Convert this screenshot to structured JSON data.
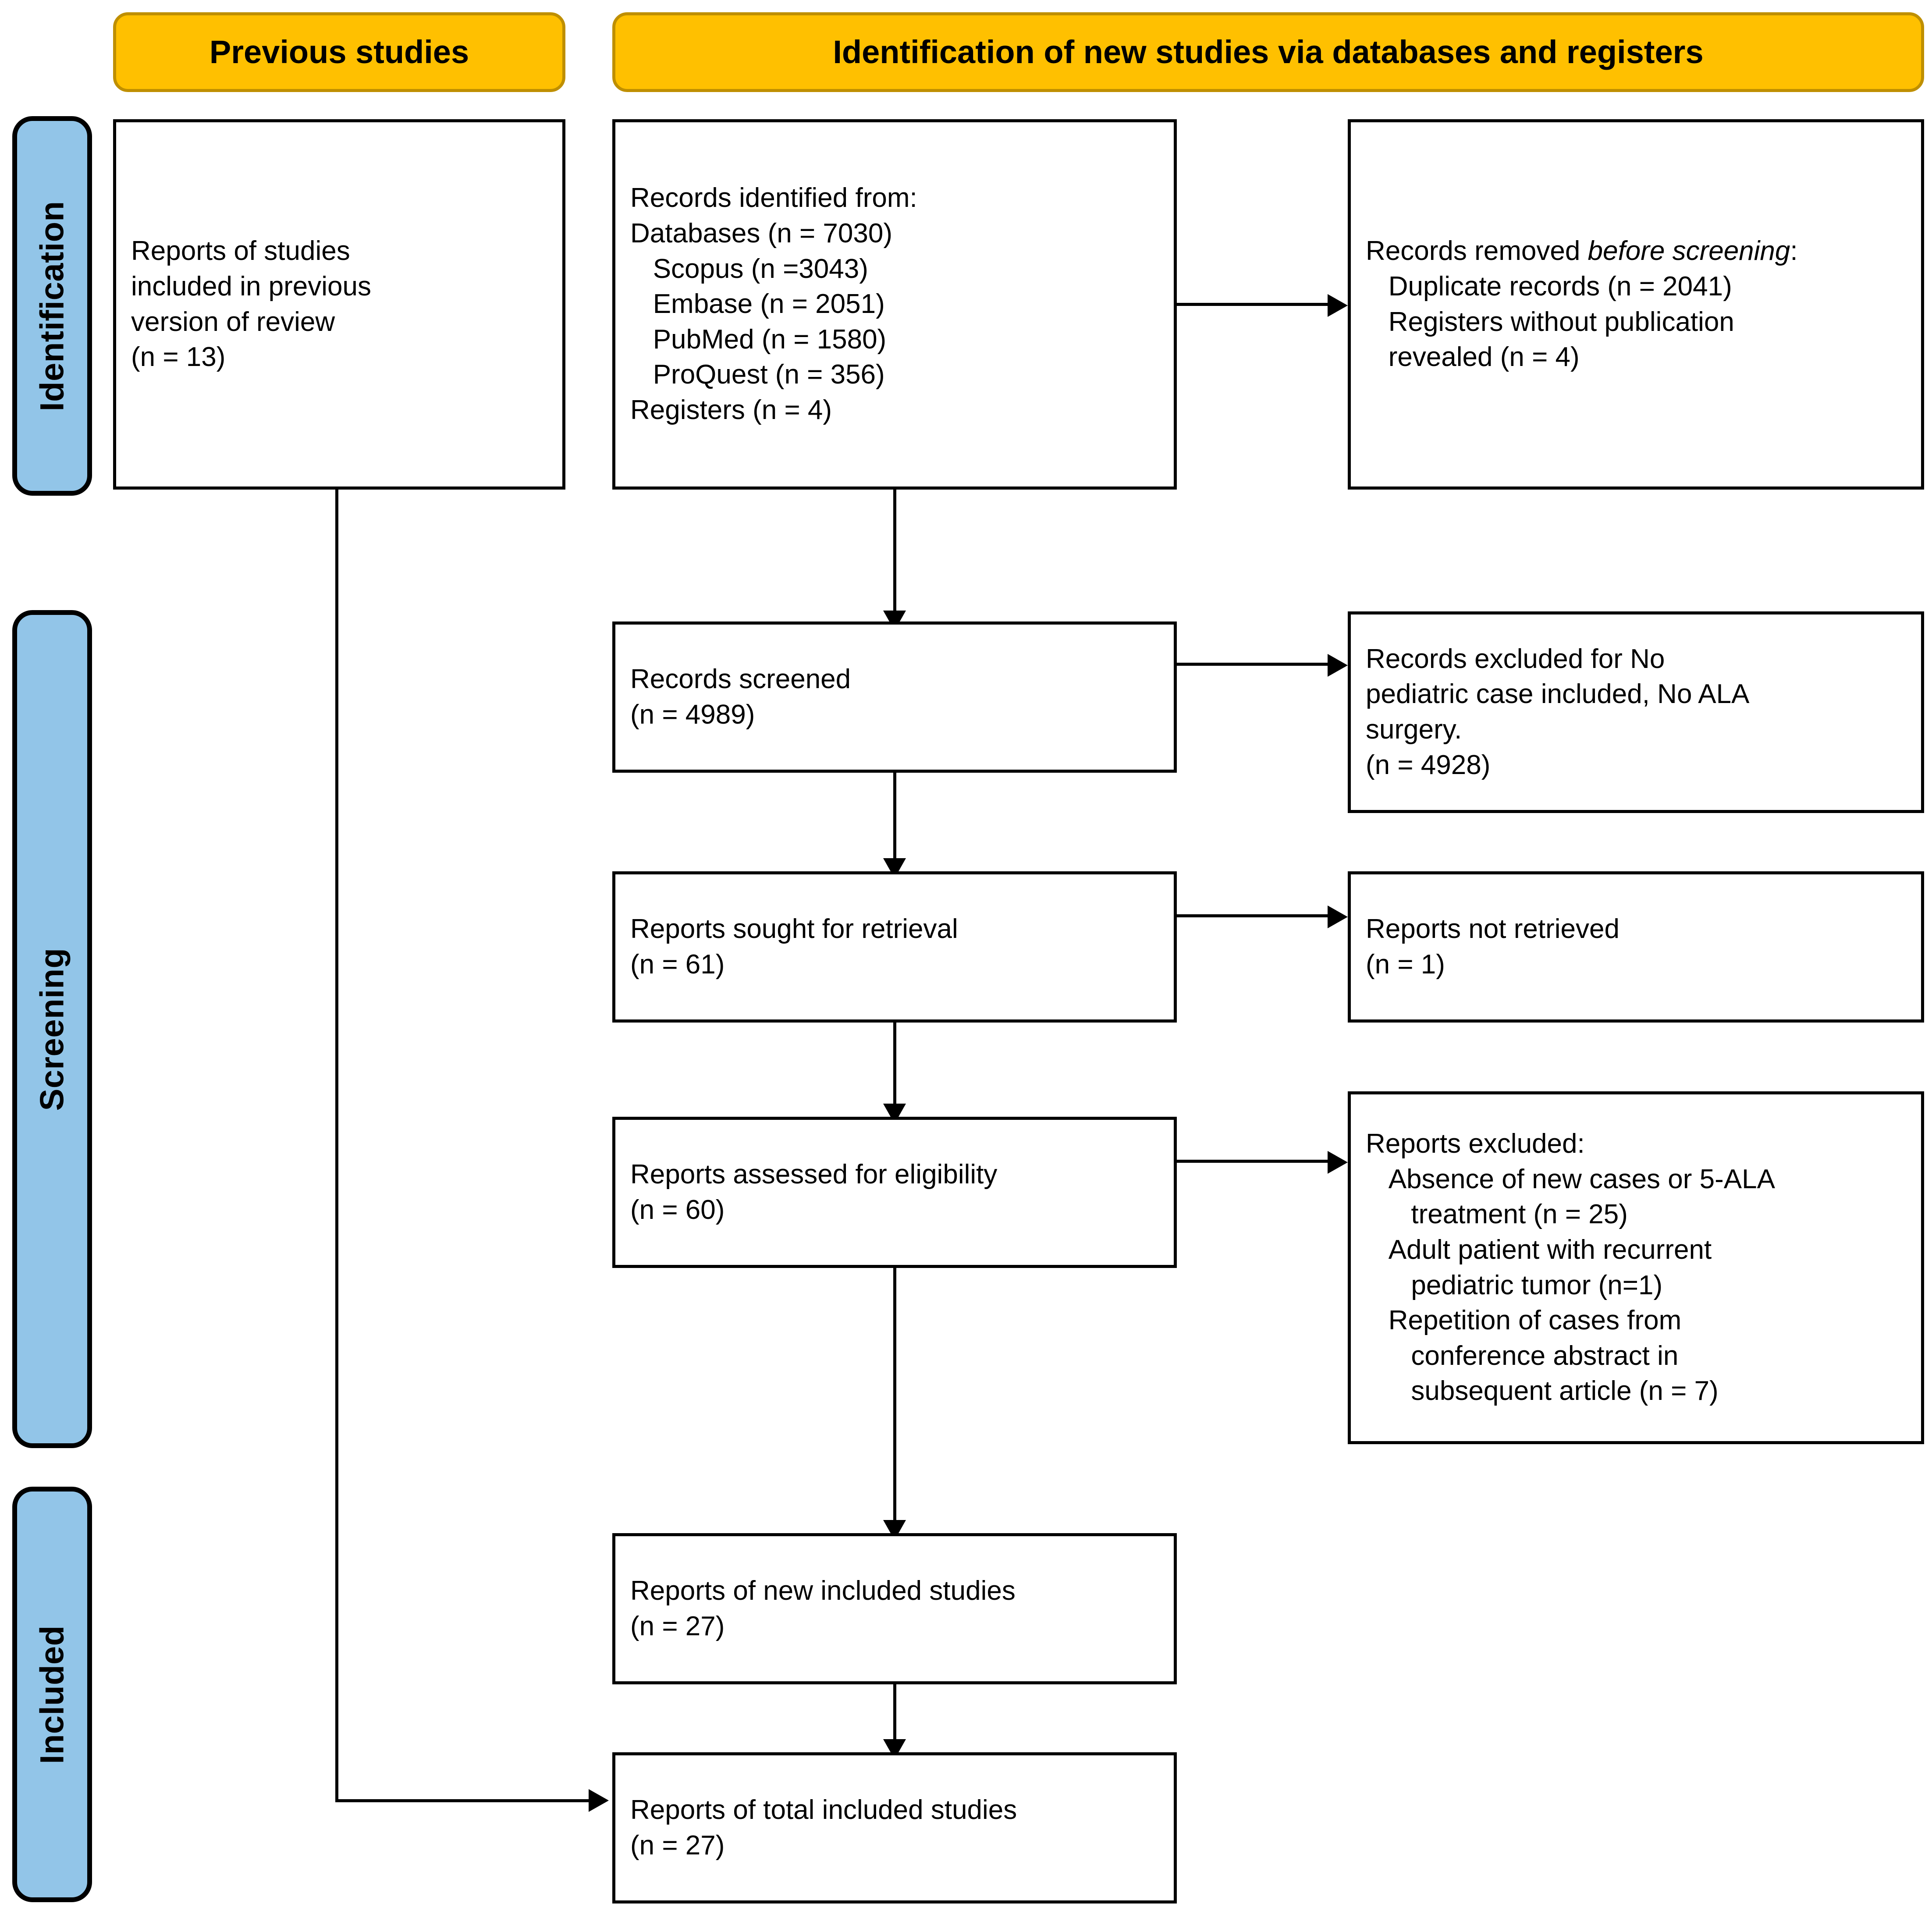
{
  "headers": {
    "previous_studies": "Previous studies",
    "new_studies": "Identification of new studies via databases and registers"
  },
  "stages": [
    {
      "label": "Identification"
    },
    {
      "label": "Screening"
    },
    {
      "label": "Included"
    }
  ],
  "boxes": {
    "previous_reports": "Reports of studies\nincluded in previous\nversion of review\n(n = 13)",
    "records_identified": "Records identified from:\nDatabases (n = 7030)\n   Scopus (n =3043)\n   Embase (n = 2051)\n   PubMed (n = 1580)\n   ProQuest (n = 356)\nRegisters (n = 4)",
    "records_removed_lead": "Records removed ",
    "records_removed_italic": "before screening",
    "records_removed_rest": ":\n   Duplicate records (n = 2041)\n   Registers without publication\n   revealed (n = 4)",
    "records_screened": "Records screened\n(n = 4989)",
    "records_excluded": "Records excluded for No\npediatric case included, No ALA\nsurgery.\n(n = 4928)",
    "reports_sought": "Reports sought for retrieval\n(n = 61)",
    "reports_not_retrieved": "Reports not retrieved\n(n = 1)",
    "reports_assessed": "Reports assessed for eligibility\n(n = 60)",
    "reports_excluded": "Reports excluded:\n   Absence of new cases or 5-ALA\n      treatment (n = 25)\n   Adult patient with recurrent\n      pediatric tumor (n=1)\n   Repetition of cases from\n      conference abstract in\n      subsequent article (n = 7)",
    "reports_new_included": "Reports of new included studies\n(n = 27)",
    "reports_total_included": "Reports of total included studies\n(n = 27)"
  },
  "counts": {
    "previous_version_n": 13,
    "databases_total_n": 7030,
    "scopus_n": 3043,
    "embase_n": 2051,
    "pubmed_n": 1580,
    "proquest_n": 356,
    "registers_n": 4,
    "duplicate_records_n": 2041,
    "registers_without_publication_n": 4,
    "records_screened_n": 4989,
    "records_excluded_n": 4928,
    "reports_sought_n": 61,
    "reports_not_retrieved_n": 1,
    "reports_assessed_n": 60,
    "excluded_absence_new_cases_n": 25,
    "excluded_adult_recurrent_n": 1,
    "excluded_repetition_n": 7,
    "reports_new_included_n": 27,
    "reports_total_included_n": 27
  },
  "colors": {
    "header_fill": "#FFC000",
    "header_border": "#BF8F00",
    "rail_fill": "#92C5E8",
    "box_border": "#000000",
    "page_bg": "#FFFFFF"
  }
}
